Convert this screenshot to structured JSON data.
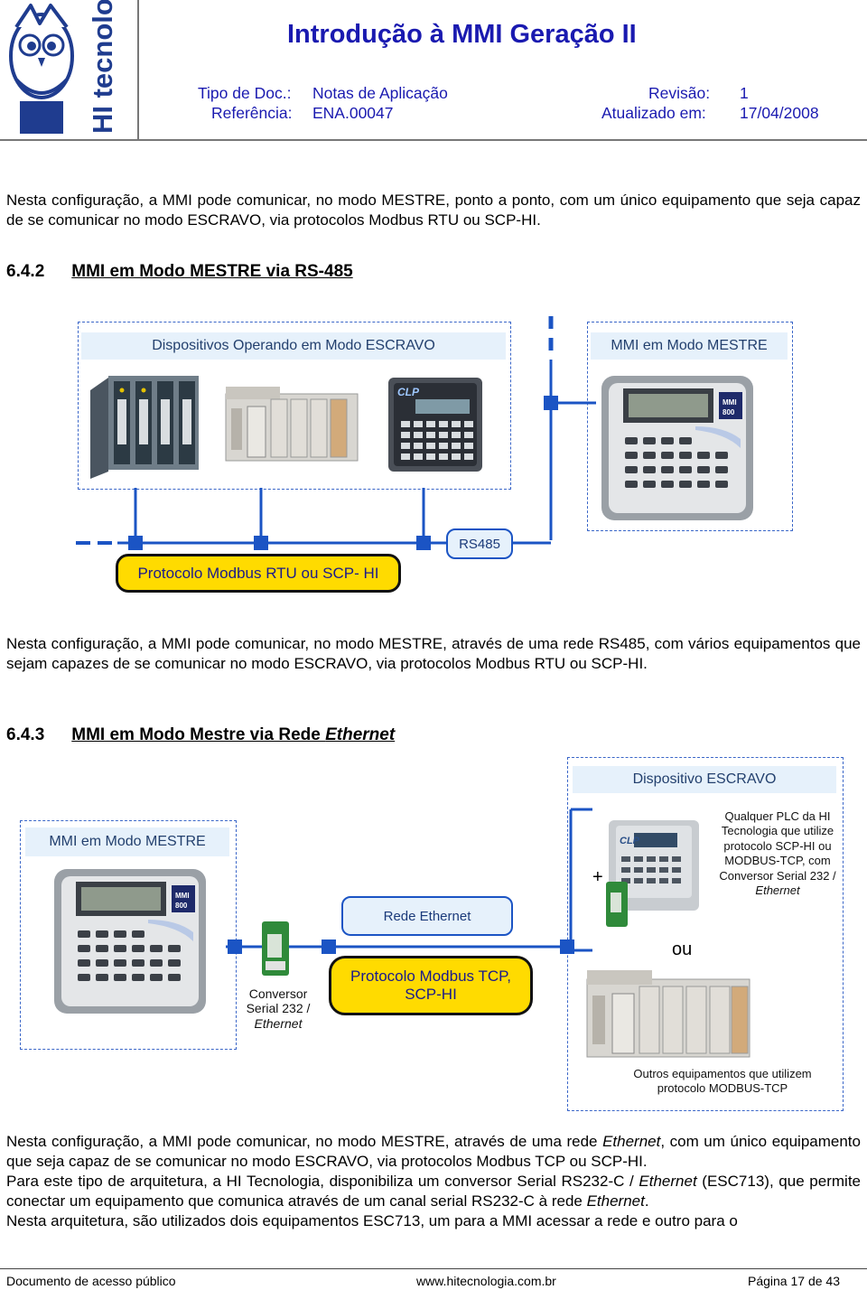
{
  "header": {
    "logo_text": "HI tecnologia",
    "title": "Introdução à MMI Geração II",
    "doc_type_label": "Tipo de Doc.:",
    "doc_type_value": "Notas de Aplicação",
    "reference_label": "Referência:",
    "reference_value": "ENA.00047",
    "revision_label": "Revisão:",
    "revision_value": "1",
    "updated_label": "Atualizado em:",
    "updated_value": "17/04/2008"
  },
  "intro": {
    "text": "Nesta configuração, a MMI pode comunicar, no modo MESTRE, ponto a ponto, com um único equipamento que seja capaz de se comunicar no modo ESCRAVO, via protocolos Modbus RTU ou SCP-HI."
  },
  "section_642": {
    "number": "6.4.2",
    "title": "MMI em Modo MESTRE via RS-485",
    "slaves_caption": "Dispositivos Operando em Modo ESCRAVO",
    "master_caption": "MMI em Modo MESTRE",
    "device_plc_text": "CLP",
    "mmi_model": "MMI 800",
    "rs485_label": "RS485",
    "protocol_label": "Protocolo Modbus RTU ou SCP- HI",
    "description": "Nesta configuração, a MMI pode comunicar, no modo MESTRE, através de uma rede RS485, com vários equipamentos que sejam capazes de se comunicar no modo ESCRAVO, via protocolos Modbus RTU ou SCP-HI."
  },
  "section_643": {
    "number": "6.4.3",
    "title_a": "MMI em Modo Mestre via Rede ",
    "title_b": "Ethernet",
    "master_caption": "MMI em Modo MESTRE",
    "slave_caption": "Dispositivo ESCRAVO",
    "network_label": "Rede Ethernet",
    "protocol_label": "Protocolo Modbus TCP, SCP-HI",
    "converter_a": "Conversor",
    "converter_b": "Serial 232 /",
    "converter_c": "Ethernet",
    "plus": "+",
    "or": "ou",
    "plc_note_a": "Qualquer PLC da HI Tecnologia que utilize protocolo SCP-HI ou MODBUS-TCP, com Conversor Serial 232 /",
    "plc_note_b": "Ethernet",
    "others_note": "Outros equipamentos que utilizem protocolo MODBUS-TCP",
    "device_plc_text": "CLP",
    "mmi_model": "MMI 800",
    "desc_1": "Nesta configuração, a MMI pode comunicar, no modo MESTRE, através de uma rede ",
    "desc_2": "Ethernet",
    "desc_3": ", com um único equipamento que seja capaz de se comunicar no modo ESCRAVO, via protocolos Modbus TCP ou SCP-HI.",
    "desc_4": "Para este tipo de arquitetura, a HI Tecnologia, disponibiliza um conversor Serial RS232-C / ",
    "desc_5": "Ethernet",
    "desc_6": " (ESC713), que permite conectar um equipamento que comunica através de um canal serial RS232-C à rede ",
    "desc_7": "Ethernet",
    "desc_8": ".",
    "desc_9": "Nesta arquitetura, são utilizados dois equipamentos ESC713, um para a MMI acessar a rede e outro para o"
  },
  "footer": {
    "left": "Documento de acesso público",
    "center": "www.hitecnologia.com.br",
    "right": "Página 17 de 43"
  },
  "colors": {
    "title_blue": "#1a1ab0",
    "bus_blue": "#1b54c4",
    "protocol_yellow": "#ffdb00",
    "caption_bg": "#e6f1fb"
  }
}
